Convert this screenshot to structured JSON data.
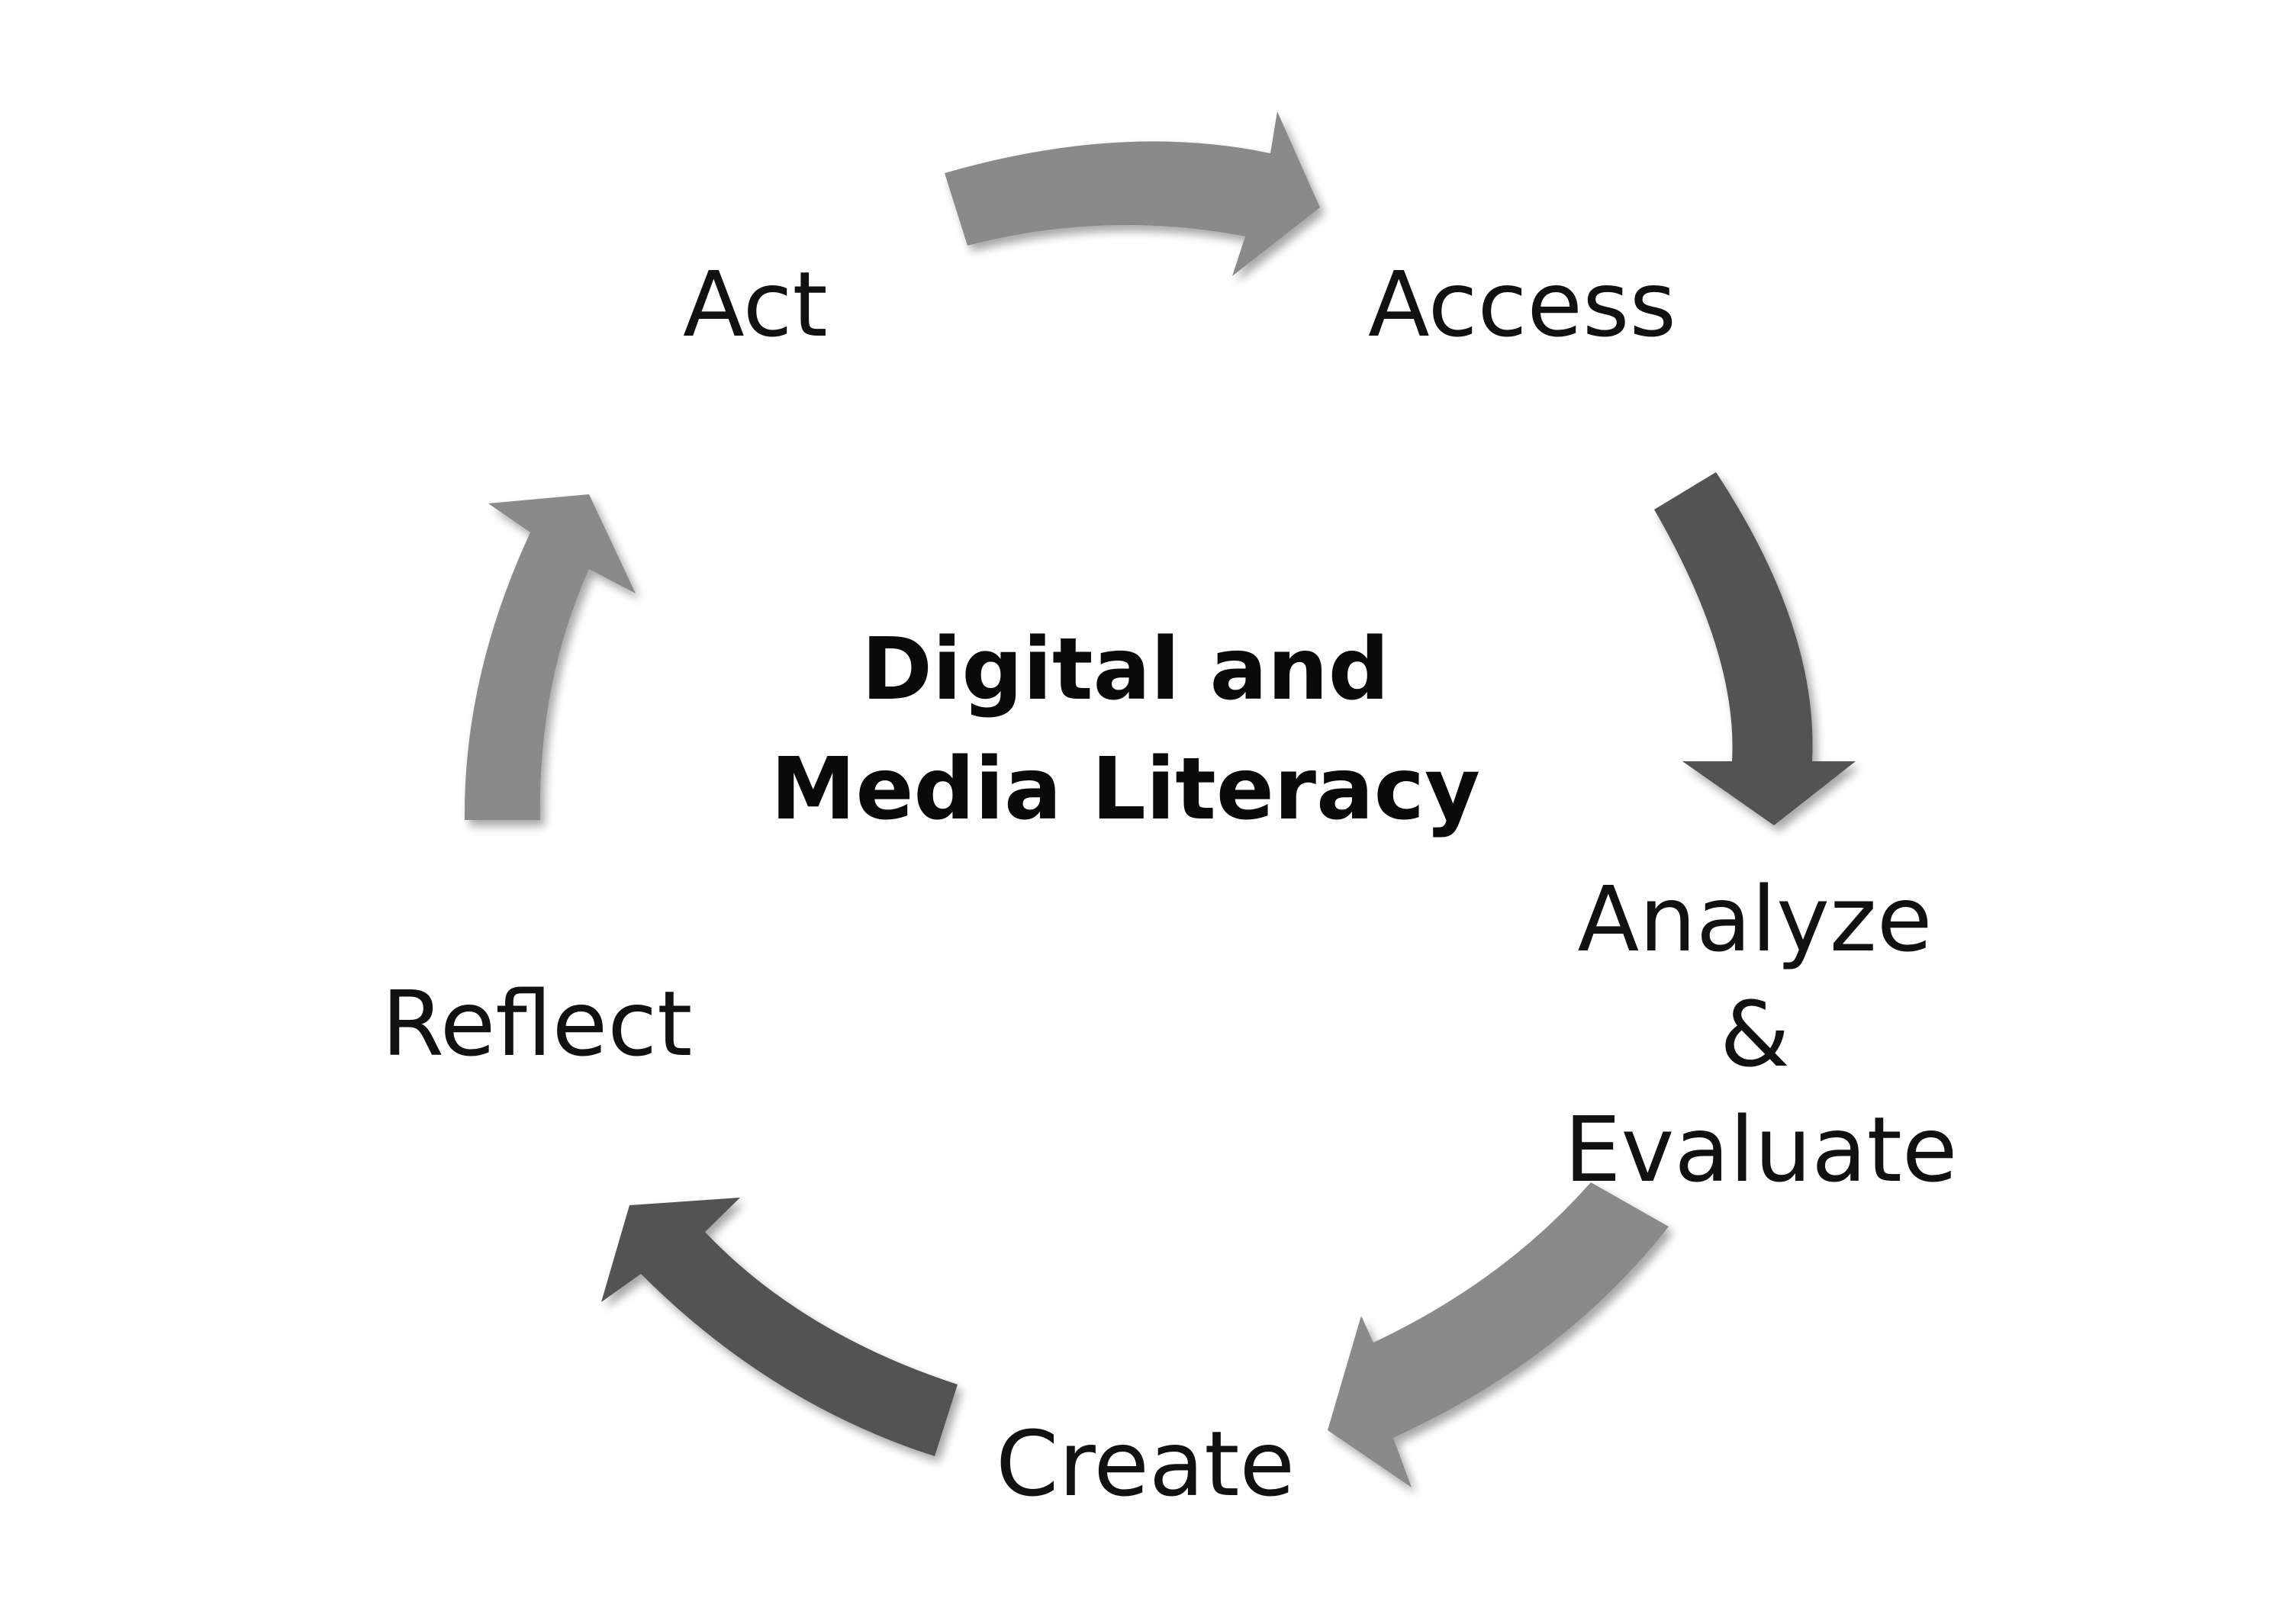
{
  "diagram": {
    "center_title": {
      "line1": "Digital and",
      "line2": "Media Literacy"
    },
    "stages": {
      "act": "Act",
      "access": "Access",
      "analyze_line1": "Analyze",
      "analyze_line2": "&",
      "analyze_line3": "Evaluate",
      "create": "Create",
      "reflect": "Reflect"
    },
    "arrow_colors": {
      "light": "#8a8a8a",
      "dark": "#535353"
    },
    "arrows": [
      {
        "from": "Act",
        "to": "Access",
        "shade": "light"
      },
      {
        "from": "Access",
        "to": "Analyze & Evaluate",
        "shade": "dark"
      },
      {
        "from": "Analyze & Evaluate",
        "to": "Create",
        "shade": "light"
      },
      {
        "from": "Create",
        "to": "Reflect",
        "shade": "dark"
      },
      {
        "from": "Reflect",
        "to": "Act",
        "shade": "light"
      }
    ]
  }
}
